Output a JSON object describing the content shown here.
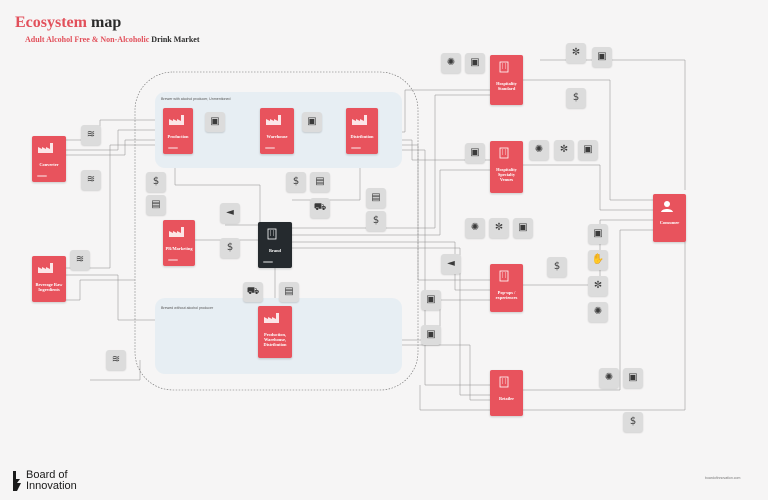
{
  "header": {
    "title_red": "Ecosystem",
    "title_dark": "map",
    "subtitle_red": "Adult Alcohol Free & Non-Alcoholic",
    "subtitle_dark": "Drink Market"
  },
  "zones": {
    "alcohol_zone_label": "Brewer with alcohol producer, Unmentioned",
    "non_alcohol_zone_label": "Brewed without alcohol producer"
  },
  "actors": {
    "converter": "Converter",
    "beverage_raw": "Beverage Raw Ingredients",
    "production": "Production",
    "warehouse": "Warehouse",
    "distribution": "Distribution",
    "pr_marketing": "PR/Marketing",
    "brand": "Brand",
    "production_combined": "Production, Warehouse, Distribution",
    "hospitality_standard": "Hospitality Standard",
    "hospitality_specialty": "Hospitality Specialty Venues",
    "popups": "Pop-ups / experiences",
    "retailer": "Retailer",
    "consumer": "Consumer"
  },
  "chip_icons": {
    "layers": "layers-icon",
    "box": "box-icon",
    "dollar": "dollar-icon",
    "truck": "truck-icon",
    "megaphone": "megaphone-icon",
    "sun": "sun-icon",
    "brain": "brain-icon",
    "hand": "hand-icon",
    "chart": "chart-icon"
  },
  "footer": {
    "logo_line1": "Board of",
    "logo_line2": "Innovation",
    "url": "boardofinnovation.com"
  },
  "colors": {
    "accent": "#e8535d",
    "brand_dark": "#252a2e",
    "zone": "#e7eef3",
    "chip": "#dcdcdc"
  }
}
